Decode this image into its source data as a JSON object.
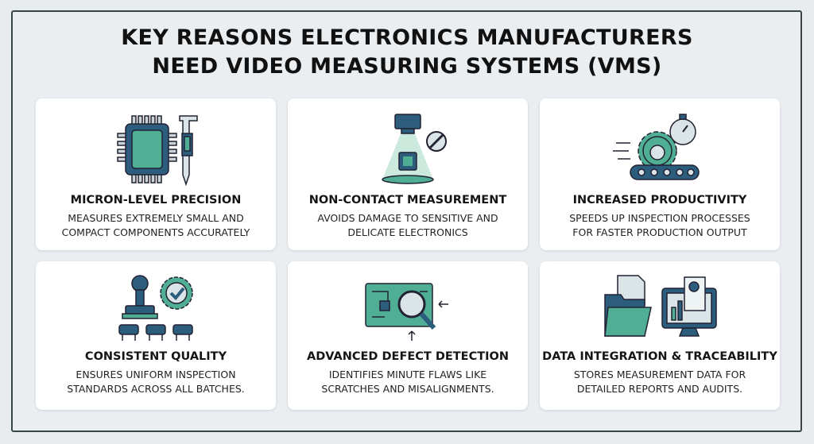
{
  "title": {
    "line1": "KEY REASONS ELECTRONICS MANUFACTURERS",
    "line2": "NEED VIDEO MEASURING SYSTEMS (VMS)"
  },
  "colors": {
    "dark_blue": "#2c5d7c",
    "teal": "#4fae94",
    "light": "#dbe5e8"
  },
  "cards": [
    {
      "icon": "chip-caliper-icon",
      "title": "MICRON-LEVEL PRECISION",
      "line1": "MEASURES EXTREMELY SMALL AND",
      "line2": "COMPACT COMPONENTS ACCURATELY"
    },
    {
      "icon": "camera-scan-icon",
      "title": "NON-CONTACT MEASUREMENT",
      "line1": "AVOIDS DAMAGE TO SENSITIVE AND",
      "line2": "DELICATE ELECTRONICS"
    },
    {
      "icon": "gear-stopwatch-conveyor-icon",
      "title": "INCREASED PRODUCTIVITY",
      "line1": "SPEEDS UP INSPECTION PROCESSES",
      "line2": "FOR FASTER PRODUCTION OUTPUT"
    },
    {
      "icon": "stamp-checkmark-icon",
      "title": "CONSISTENT QUALITY",
      "line1": "ENSURES UNIFORM INSPECTION",
      "line2": "STANDARDS ACROSS ALL BATCHES."
    },
    {
      "icon": "circuit-magnifier-icon",
      "title": "ADVANCED DEFECT DETECTION",
      "line1": "IDENTIFIES MINUTE FLAWS LIKE",
      "line2": "SCRATCHES AND MISALIGNMENTS."
    },
    {
      "icon": "folder-monitor-report-icon",
      "title": "DATA INTEGRATION & TRACEABILITY",
      "line1": "STORES MEASUREMENT DATA FOR",
      "line2": "DETAILED REPORTS AND AUDITS."
    }
  ]
}
